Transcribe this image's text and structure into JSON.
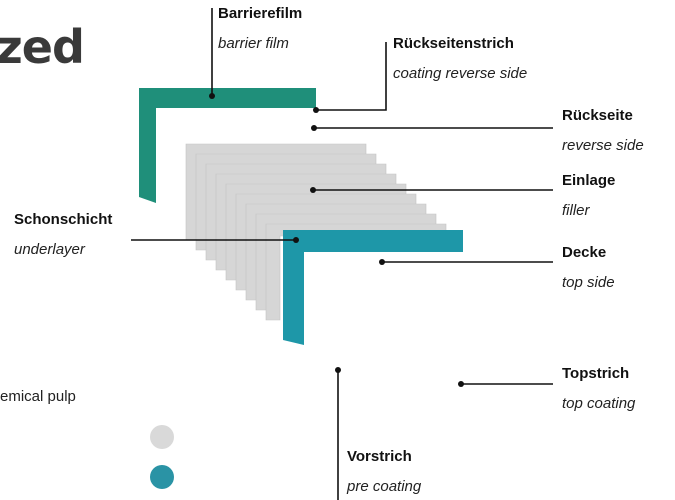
{
  "heading": "zed",
  "labels": {
    "barrierefilm": {
      "de": "Barrierefilm",
      "en": "barrier film"
    },
    "rueckseitenstrich": {
      "de": "Rückseitenstrich",
      "en": "coating reverse side"
    },
    "rueckseite": {
      "de": "Rückseite",
      "en": "reverse side"
    },
    "einlage": {
      "de": "Einlage",
      "en": "filler"
    },
    "schonschicht": {
      "de": "Schonschicht",
      "en": "underlayer"
    },
    "decke": {
      "de": "Decke",
      "en": "top side"
    },
    "topstrich": {
      "de": "Topstrich",
      "en": "top coating"
    },
    "vorstrich": {
      "de": "Vorstrich",
      "en": "pre coating"
    }
  },
  "legend": {
    "text": "emical pulp"
  },
  "colors": {
    "teal": "#1f8f7a",
    "teal_blue": "#1e97a8",
    "grey_layer": "#d4d4d4",
    "legend_grey": "#d9d9d9",
    "legend_teal": "#2a93a5",
    "line": "#111111"
  }
}
